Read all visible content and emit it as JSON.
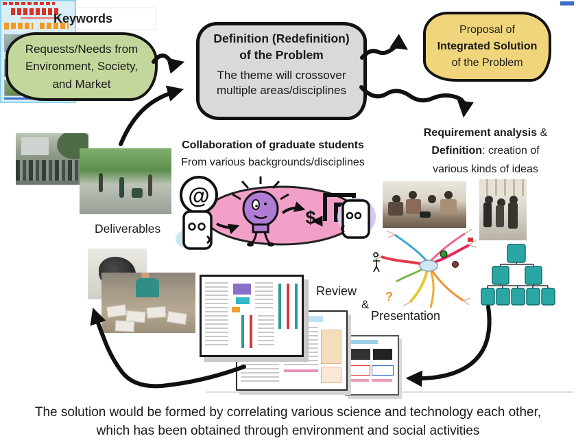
{
  "labels": {
    "keywords": "Keywords",
    "deliverables": "Deliverables",
    "review": "Review",
    "ampersand": "&",
    "presentation": "Presentation"
  },
  "green_blob": {
    "line1": "Requests/Needs from",
    "line2": "Environment, Society,",
    "line3": "and Market"
  },
  "definition_box": {
    "title1": "Definition (Redefinition)",
    "title2": "of the Problem",
    "body1": "The theme will crossover",
    "body2": "multiple areas/disciplines"
  },
  "proposal_blob": {
    "line1": "Proposal of",
    "line2": "Integrated Solution",
    "line3": "of the Problem"
  },
  "requirement": {
    "bold1": "Requirement analysis",
    "rest1": " &",
    "bold2": "Definition",
    "rest2": ": creation of",
    "line3": "various kinds of ideas"
  },
  "collaboration": {
    "line1": "Collaboration of graduate students",
    "line2": "From various backgrounds/disciplines"
  },
  "cartoon": {
    "at": "@",
    "dollar": "$"
  },
  "mindmap": {
    "question_mark": "?"
  },
  "caption": {
    "line1": "The solution would be formed by correlating various science and technology each other,",
    "line2": "which has been obtained through environment and social activities"
  },
  "colors": {
    "green_blob": "#c3d69b",
    "gray_box": "#d9d9d9",
    "yellow_blob": "#f0d57c",
    "pink_ellipse": "#f2a0c8",
    "purple_bulb": "#b07cd6",
    "teal_node": "#2aa7a5",
    "arrow": "#111111"
  }
}
